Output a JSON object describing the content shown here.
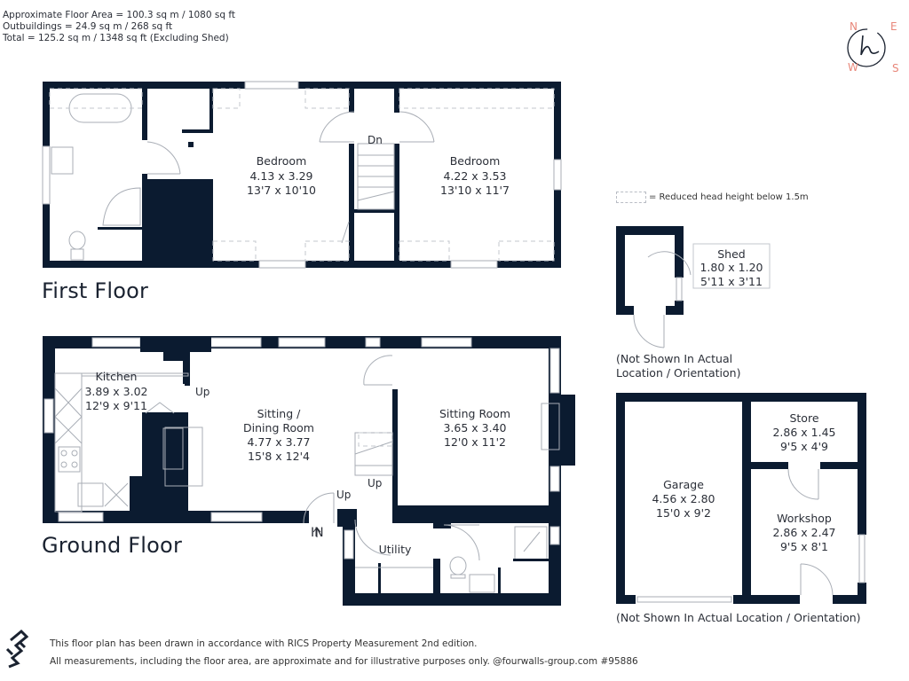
{
  "summary": {
    "line1": "Approximate Floor Area = 100.3 sq m / 1080 sq ft",
    "line2": "Outbuildings = 24.9 sq m / 268 sq ft",
    "line3": "Total = 125.2 sq m / 1348 sq ft (Excluding Shed)"
  },
  "compass": {
    "n": "N",
    "e": "E",
    "s": "S",
    "w": "W",
    "logo_glyph": "h",
    "accent": "#e8877a"
  },
  "colors": {
    "wall": "#0b1b30",
    "thin": "#a9aeb6",
    "dash": "#c3c7ce"
  },
  "legend": {
    "text": "= Reduced head height below 1.5m"
  },
  "first_floor": {
    "label": "First Floor",
    "rooms": [
      {
        "name": "Bedroom",
        "metric": "4.13 x 3.29",
        "imperial": "13'7 x 10'10"
      },
      {
        "name": "Bedroom",
        "metric": "4.22 x 3.53",
        "imperial": "13'10 x 11'7"
      }
    ],
    "stairs_label": "Dn"
  },
  "ground_floor": {
    "label": "Ground Floor",
    "rooms": [
      {
        "name": "Kitchen",
        "metric": "3.89 x 3.02",
        "imperial": "12'9 x 9'11"
      },
      {
        "name": "Sitting /",
        "name2": "Dining Room",
        "metric": "4.77 x 3.77",
        "imperial": "15'8 x 12'4"
      },
      {
        "name": "Sitting Room",
        "metric": "3.65 x 3.40",
        "imperial": "12'0 x 11'2"
      },
      {
        "name": "Utility"
      }
    ],
    "up_labels": [
      "Up",
      "Up",
      "Up"
    ],
    "entrance_label": "IN"
  },
  "shed": {
    "name": "Shed",
    "metric": "1.80 x 1.20",
    "imperial": "5'11 x 3'11",
    "note1": "(Not Shown In Actual",
    "note2": "Location / Orientation)"
  },
  "outbuilding": {
    "rooms": [
      {
        "name": "Store",
        "metric": "2.86 x 1.45",
        "imperial": "9'5 x 4'9"
      },
      {
        "name": "Garage",
        "metric": "4.56 x 2.80",
        "imperial": "15'0 x 9'2"
      },
      {
        "name": "Workshop",
        "metric": "2.86 x 2.47",
        "imperial": "9'5 x 8'1"
      }
    ],
    "note": "(Not Shown In Actual Location / Orientation)"
  },
  "footer": {
    "line1": "This floor plan has been drawn in accordance with RICS Property Measurement 2nd edition.",
    "line2": "All measurements, including the floor area, are approximate and for illustrative purposes only. @fourwalls-group.com #95886"
  }
}
